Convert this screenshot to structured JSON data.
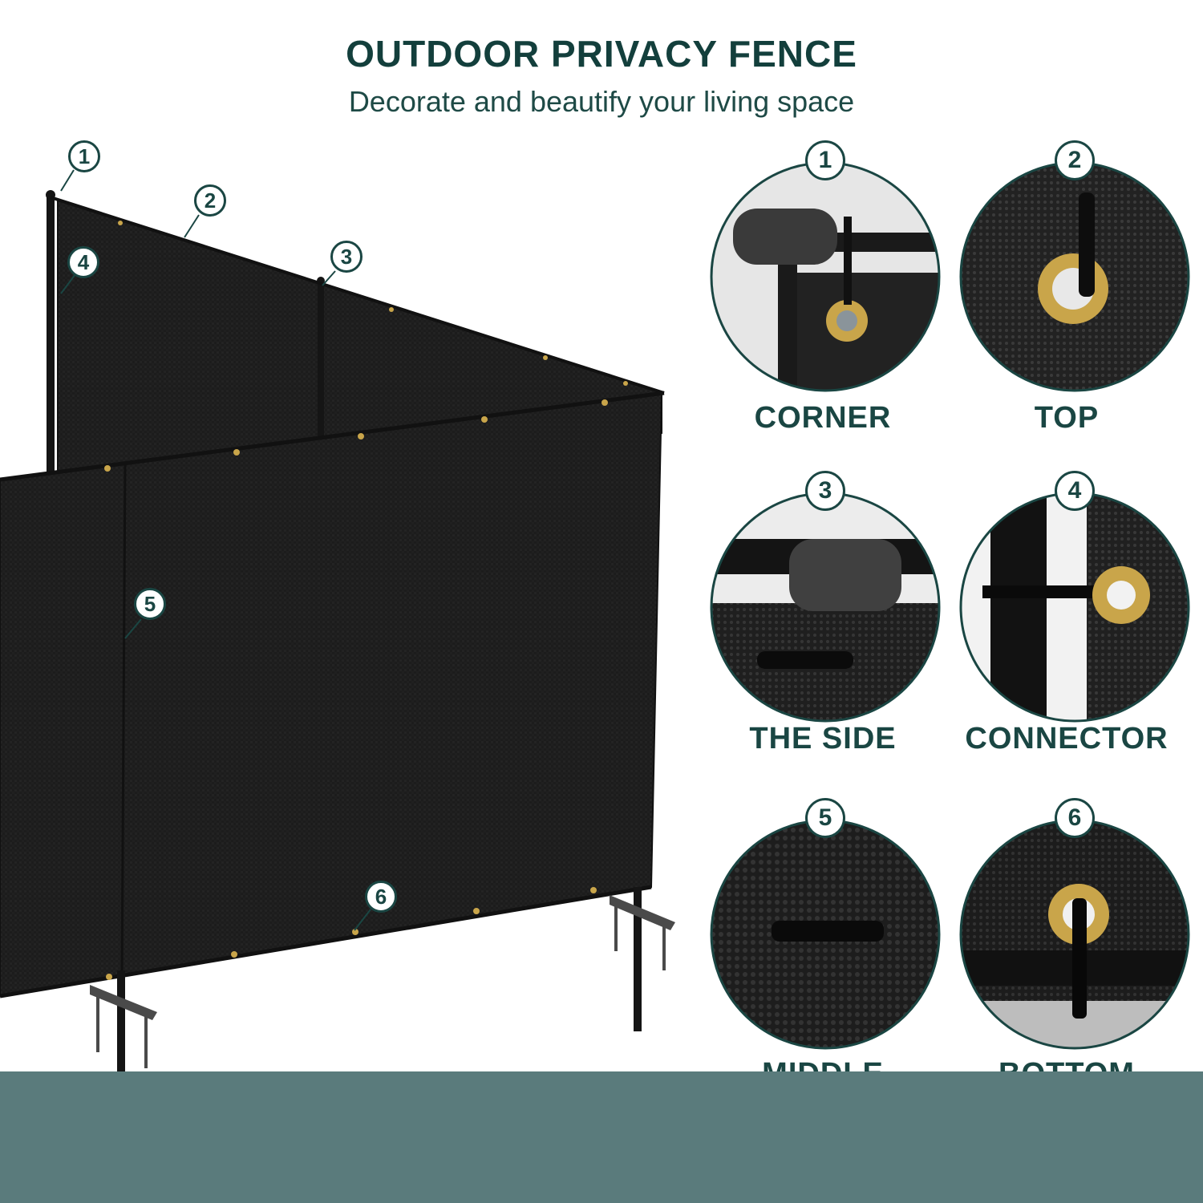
{
  "header": {
    "title": "OUTDOOR PRIVACY FENCE",
    "subtitle": "Decorate and beautify your living space"
  },
  "fence_markers": [
    "1",
    "2",
    "3",
    "4",
    "5",
    "6"
  ],
  "details": [
    {
      "number": "1",
      "label": "CORNER",
      "icon": "corner-detail-image"
    },
    {
      "number": "2",
      "label": "TOP",
      "icon": "top-grommet-image"
    },
    {
      "number": "3",
      "label": "THE SIDE",
      "icon": "side-detail-image"
    },
    {
      "number": "4",
      "label": "CONNECTOR",
      "icon": "connector-detail-image"
    },
    {
      "number": "5",
      "label": "MIDDLE",
      "icon": "middle-tie-image"
    },
    {
      "number": "6",
      "label": "BOTTOM",
      "icon": "bottom-grommet-image"
    }
  ],
  "colors": {
    "heading": "#133f3c",
    "accent": "#1a4643",
    "band": "#5a7b7c",
    "fabric": "#1b1b1b",
    "grommet": "#c9a54a"
  }
}
